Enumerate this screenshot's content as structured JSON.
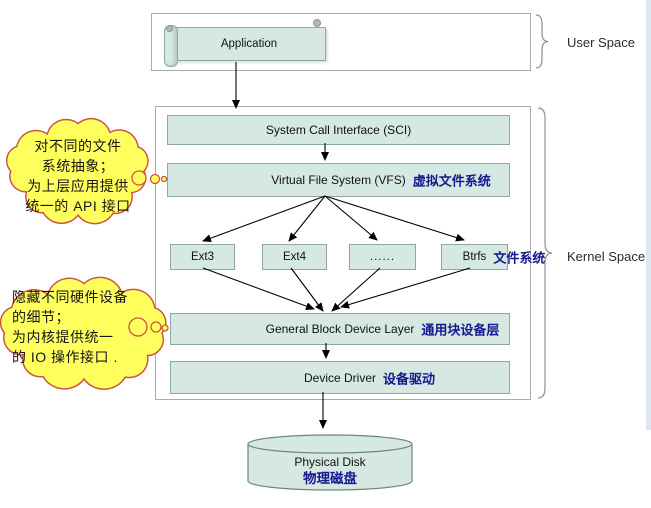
{
  "user_space": {
    "brace_label": "User Space",
    "application": "Application"
  },
  "kernel_space": {
    "brace_label": "Kernel Space",
    "sci": "System Call Interface (SCI)",
    "vfs_en": "Virtual File System (VFS)",
    "vfs_zh": "虚拟文件系统",
    "fs_items": [
      "Ext3",
      "Ext4",
      "......",
      "Btrfs"
    ],
    "fs_zh": "文件系统",
    "block_en": "General Block Device Layer",
    "block_zh": "通用块设备层",
    "driver_en": "Device Driver",
    "driver_zh": "设备驱动"
  },
  "disk": {
    "en": "Physical Disk",
    "zh": "物理磁盘"
  },
  "callouts": {
    "vfs": {
      "lines": [
        "对不同的文件",
        "系统抽象；",
        "为上层应用提供",
        "统一的 API 接口"
      ]
    },
    "block": {
      "lines": [
        "隐藏不同硬件设备",
        "的细节；",
        "为内核提供统一",
        "的 IO 操作接口 ."
      ]
    }
  },
  "colors": {
    "node_fill": "#d6e8e2",
    "node_border": "#8fa6a1",
    "container_border": "#ababab",
    "cloud_fill": "#ffff5e",
    "cloud_border": "#cc5540",
    "zh_text": "#15188f",
    "arrow": "#000000",
    "brace": "#909090",
    "cylinder_border": "#6f8580",
    "side_strip": "#dbe7f5"
  }
}
